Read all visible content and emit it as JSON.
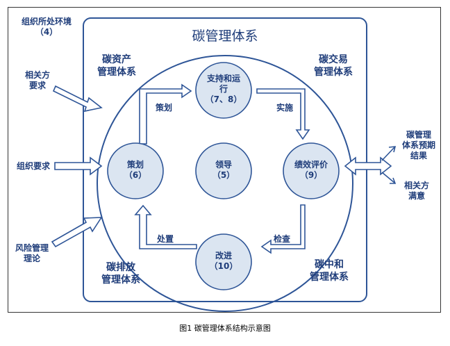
{
  "diagram": {
    "title": "碳管理体系",
    "caption": "图1  碳管理体系结构示意图",
    "colors": {
      "stroke": "#2e5597",
      "text": "#1f3d7a",
      "circle_fill": "#dbe5f1",
      "frame": "#333333"
    },
    "outer_left": {
      "org_env_line1": "组织所处环境",
      "org_env_line2": "（4）",
      "stakeholders_line1": "相关方",
      "stakeholders_line2": "要求",
      "org_req": "组织要求",
      "risk_line1": "风险管理",
      "risk_line2": "理论"
    },
    "outer_right": {
      "expected_line1": "碳管理",
      "expected_line2": "体系预期",
      "expected_line3": "结果",
      "satisfaction_line1": "相关方",
      "satisfaction_line2": "满意"
    },
    "corners": {
      "asset_line1": "碳资产",
      "asset_line2": "管理体系",
      "trade_line1": "碳交易",
      "trade_line2": "管理体系",
      "emission_line1": "碳排放",
      "emission_line2": "管理体系",
      "neutral_line1": "碳中和",
      "neutral_line2": "管理体系"
    },
    "nodes": {
      "support_line1": "支持和运",
      "support_line2": "行",
      "support_line3": "（7、8）",
      "planning_line1": "策划",
      "planning_line2": "（6）",
      "leadership_line1": "领导",
      "leadership_line2": "（5）",
      "performance_line1": "绩效评价",
      "performance_line2": "（9）",
      "improvement_line1": "改进",
      "improvement_line2": "（10）"
    },
    "flow_labels": {
      "plan": "策划",
      "implement": "实施",
      "check": "检查",
      "act": "处置"
    }
  }
}
